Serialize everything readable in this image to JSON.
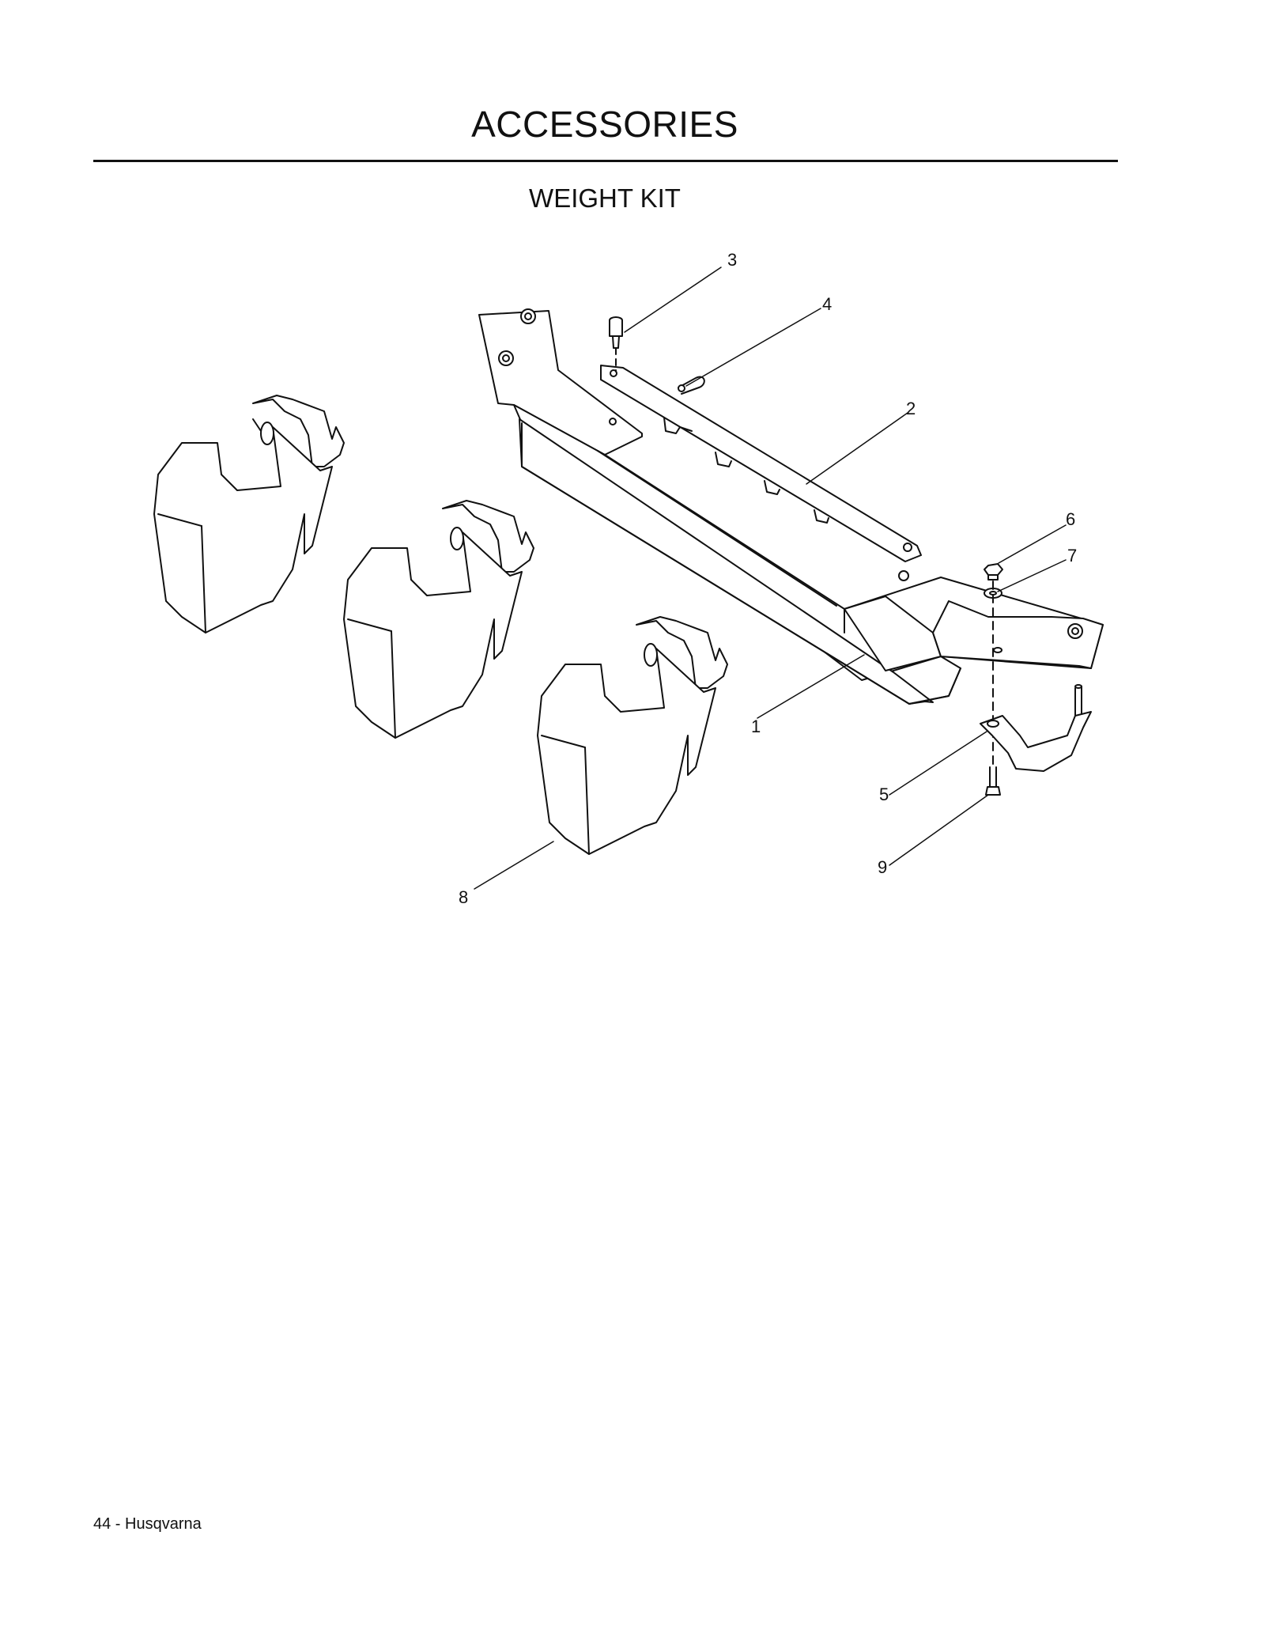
{
  "header": {
    "title": "ACCESSORIES",
    "subtitle": "WEIGHT KIT"
  },
  "diagram": {
    "callouts": [
      "1",
      "2",
      "3",
      "4",
      "5",
      "6",
      "7",
      "8",
      "9"
    ]
  },
  "footer": {
    "page_label": "44 - Husqvarna"
  }
}
